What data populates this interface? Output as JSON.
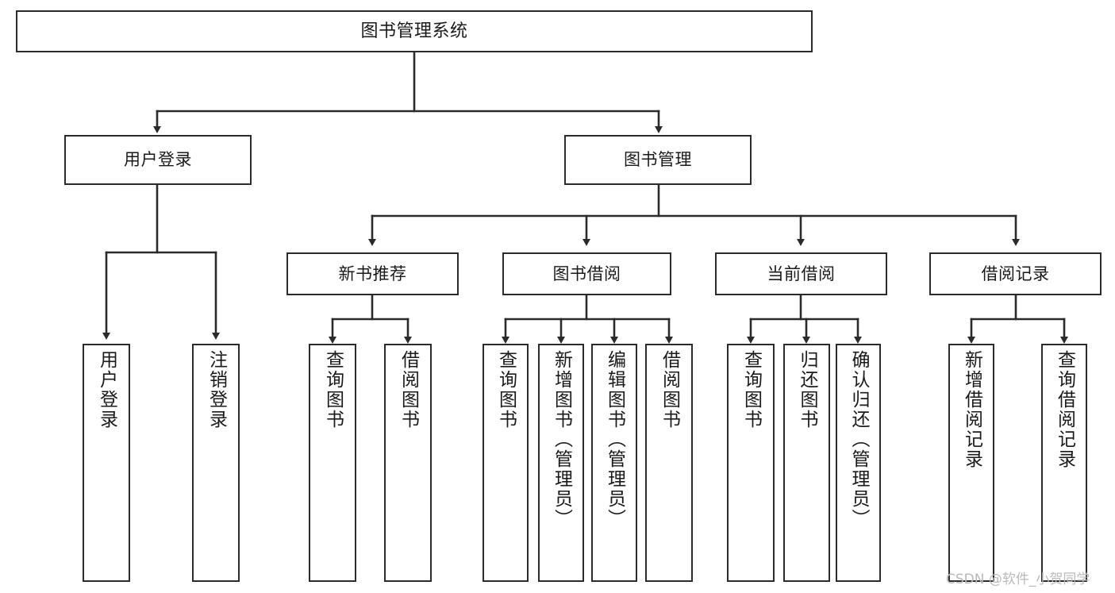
{
  "diagram": {
    "title": "图书管理系统",
    "type": "hierarchy-tree",
    "orientation": "top-down"
  },
  "root": {
    "label": "图书管理系统"
  },
  "level2": [
    {
      "label": "用户登录"
    },
    {
      "label": "图书管理"
    }
  ],
  "level3": [
    {
      "label": "新书推荐"
    },
    {
      "label": "图书借阅"
    },
    {
      "label": "当前借阅"
    },
    {
      "label": "借阅记录"
    }
  ],
  "leaves": {
    "user_login": [
      {
        "label": "用户登录"
      },
      {
        "label": "注销登录"
      }
    ],
    "new_book": [
      {
        "label": "查询图书"
      },
      {
        "label": "借阅图书"
      }
    ],
    "borrow_book": [
      {
        "label": "查询图书"
      },
      {
        "label": "新增图书（管理员）"
      },
      {
        "label": "编辑图书（管理员）"
      },
      {
        "label": "借阅图书"
      }
    ],
    "current_borrow": [
      {
        "label": "查询图书"
      },
      {
        "label": "归还图书"
      },
      {
        "label": "确认归还（管理员）"
      }
    ],
    "borrow_record": [
      {
        "label": "新增借阅记录"
      },
      {
        "label": "查询借阅记录"
      }
    ]
  },
  "watermark": {
    "text": "CSDN @软件_小贺同学"
  },
  "colors": {
    "stroke": "#2b2b2b",
    "fill": "#ffffff",
    "text": "#1a1a1a",
    "watermark": "#b9b9b9"
  }
}
